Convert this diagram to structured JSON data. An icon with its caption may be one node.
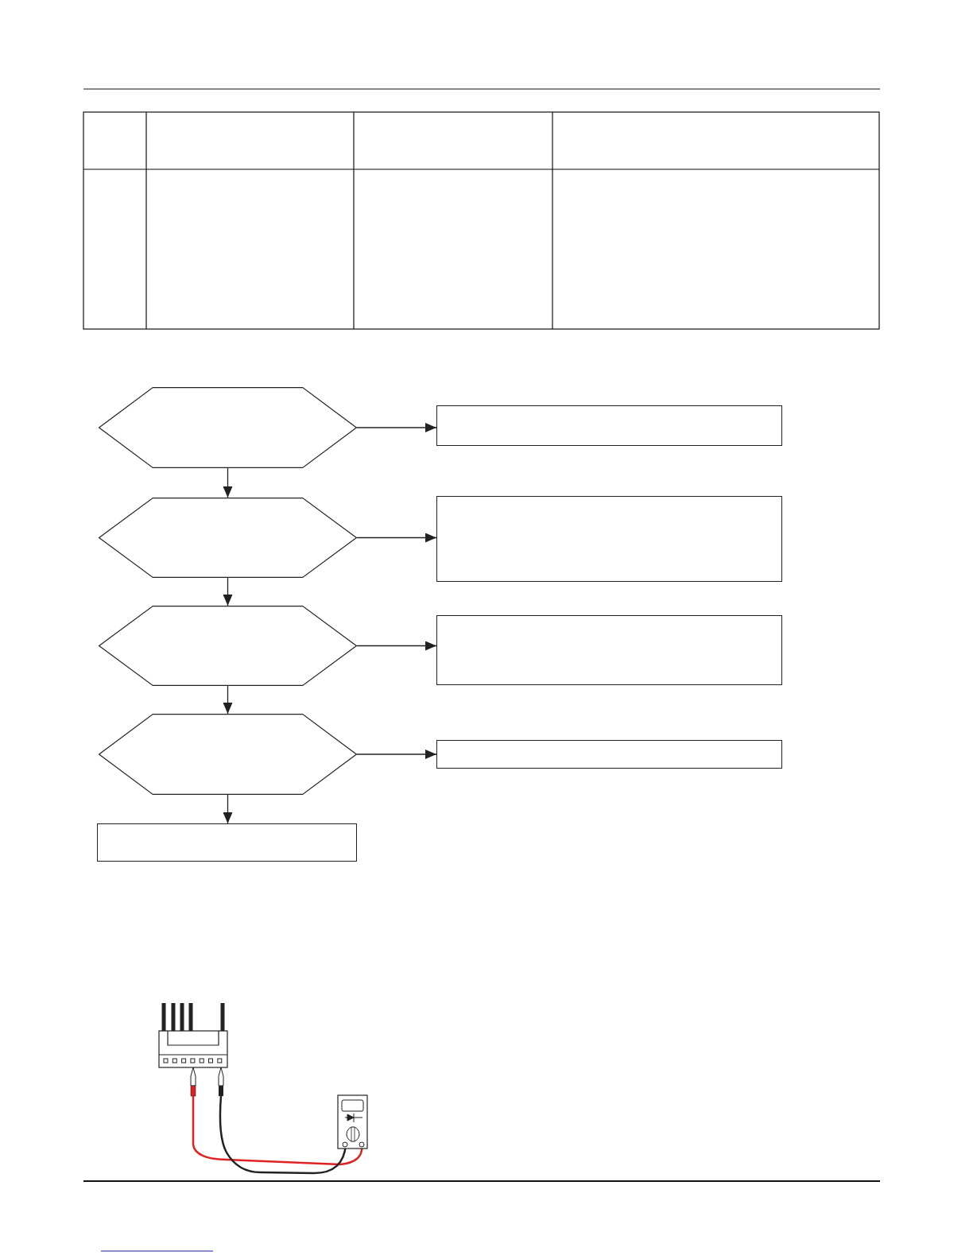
{
  "diagram": {
    "nodes": [
      {
        "text": [],
        "shape": "hexagon"
      },
      {
        "text": [],
        "shape": "box"
      },
      {
        "text": [],
        "shape": "hexagon"
      },
      {
        "text": [],
        "shape": "box"
      },
      {
        "text": [],
        "shape": "hexagon"
      },
      {
        "text": [],
        "shape": "box"
      },
      {
        "text": [],
        "shape": "hexagon"
      },
      {
        "text": [],
        "shape": "box"
      },
      {
        "text": [],
        "shape": "box"
      }
    ],
    "edges": [
      {
        "from": 0,
        "to": 1,
        "arrow": "to"
      },
      {
        "from": 0,
        "to": 2,
        "arrow": "to"
      },
      {
        "from": 2,
        "to": 3,
        "arrow": "to"
      },
      {
        "from": 2,
        "to": 4,
        "arrow": "to"
      },
      {
        "from": 4,
        "to": 5,
        "arrow": "to"
      },
      {
        "from": 4,
        "to": 6,
        "arrow": "to"
      },
      {
        "from": 6,
        "to": 7,
        "arrow": "to"
      },
      {
        "from": 6,
        "to": 8,
        "arrow": "to"
      }
    ]
  }
}
